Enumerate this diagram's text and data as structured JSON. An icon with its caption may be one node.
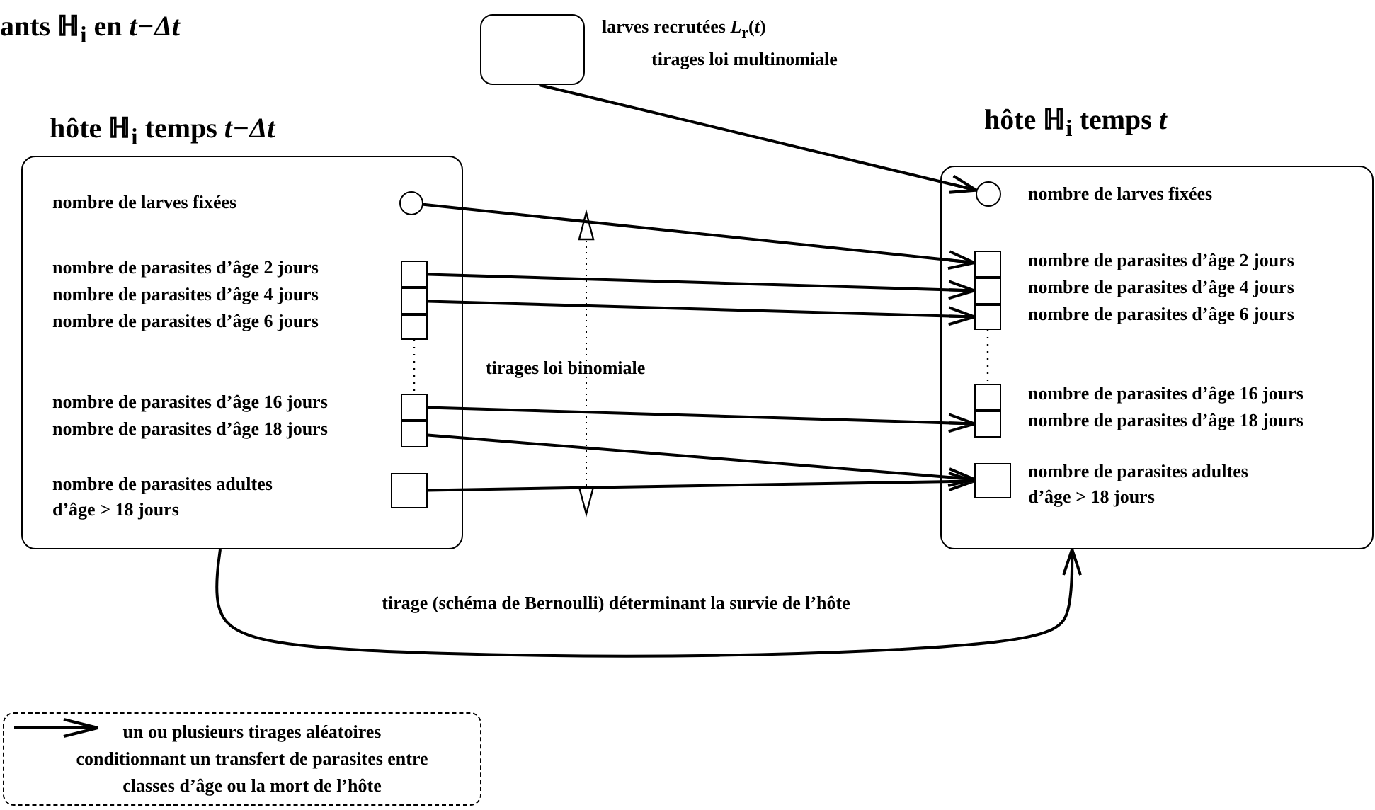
{
  "diagram": {
    "nodes": [
      {
        "text": [],
        "shape": "box",
        "beside": [
          "larves recrutées *L*$_{r}$(*t*)",
          "tirages loi multinomiale"
        ]
      },
      {
        "text": [
          "hôte ℍ$_{i}$ temps *t−Δt*"
        ]
      },
      {
        "text": [],
        "shape": "circle",
        "in": 1
      },
      {
        "text": [],
        "shape": "box",
        "in": 1
      },
      {
        "text": [],
        "shape": "box",
        "in": 1
      },
      {
        "text": [],
        "shape": "box",
        "in": 1
      },
      {
        "text": [],
        "shape": "box",
        "in": 1,
        "beside": [
          "nombre de parasites d’âge 16 jours"
        ]
      },
      {
        "text": [],
        "shape": "box",
        "in": 1,
        "beside": [
          "nombre de parasites d’âge 18 jours"
        ]
      },
      {
        "text": [],
        "shape": "box",
        "in": 1
      },
      {
        "text": [
          "hôte ℍ$_{i}$ temps *t*"
        ]
      },
      {
        "text": [],
        "shape": "circle",
        "in": 9,
        "beside": [
          "nombre de larves fixées"
        ]
      },
      {
        "text": [],
        "shape": "box",
        "in": 9,
        "beside": [
          "nombre de parasites d’âge 2 jours"
        ]
      },
      {
        "text": [],
        "shape": "box",
        "in": 9,
        "beside": [
          "nombre de parasites d’âge 4 jours"
        ]
      },
      {
        "text": [],
        "shape": "box",
        "in": 9,
        "beside": [
          "nombre de parasites d’âge 6 jours"
        ]
      },
      {
        "text": [],
        "shape": "box",
        "in": 9,
        "beside": [
          "nombre de parasites d’âge 16 jours"
        ]
      },
      {
        "text": [],
        "shape": "box",
        "in": 9,
        "beside": [
          "nombre de parasites d’âge 18 jours"
        ]
      },
      {
        "text": [],
        "shape": "box",
        "in": 9,
        "beside": [
          "nombre de parasites adultes d’âge > 18 jours"
        ]
      }
    ],
    "edges": [
      {
        "from": 0,
        "to": 10,
        "arrow": "to"
      },
      {
        "from": 2,
        "to": 11,
        "arrow": "to"
      },
      {
        "from": 3,
        "to": 12,
        "arrow": "to"
      },
      {
        "from": 4,
        "to": 13,
        "arrow": "to"
      },
      {
        "from": 6,
        "to": 15,
        "arrow": "to"
      },
      {
        "from": 7,
        "to": 16,
        "arrow": "to"
      },
      {
        "from": 8,
        "to": 16,
        "arrow": "to"
      },
      {
        "from": 1,
        "to": 9,
        "arrow": "to",
        "label": "tirage (schéma de Bernoulli) déterminant la survie de l’hôte"
      },
      {
        "from": 5,
        "to": 6,
        "arrow": "none",
        "style": "dashed"
      },
      {
        "from": 13,
        "to": 14,
        "arrow": "none",
        "style": "dashed"
      }
    ],
    "labels": [
      "ants ℍ$_{i}$ en *t−Δt*",
      "nombre de larves fixées",
      "nombre de parasites d’âge 2 jours",
      "nombre de parasites d’âge 4 jours",
      "nombre de parasites d’âge 6 jours",
      "tirages loi binomiale",
      "nombre de parasites adultes d’âge > 18 jours"
    ],
    "legend": [
      {
        "text": "un ou plusieurs tirages aléatoires conditionnant un transfert de parasites entre classes d’âge ou la mort de l’hôte"
      }
    ]
  }
}
